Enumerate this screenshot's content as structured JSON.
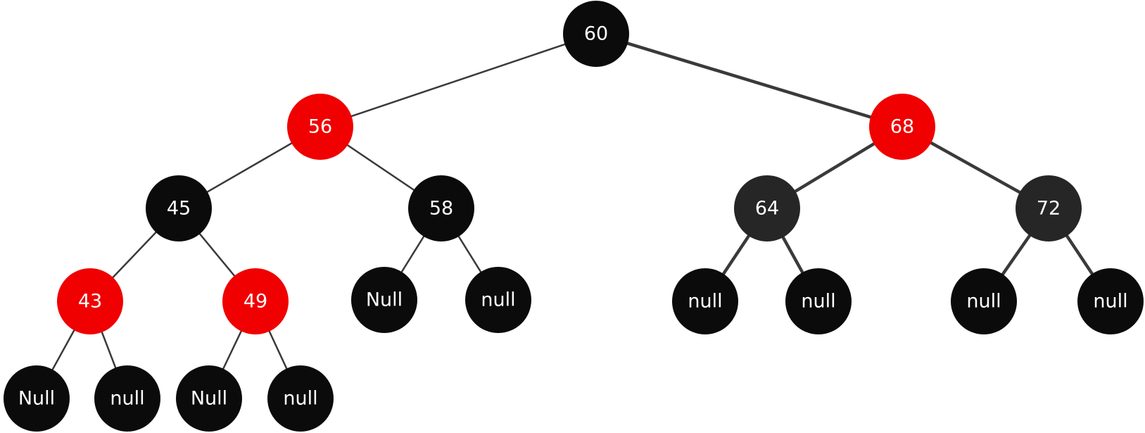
{
  "tree": {
    "colors": {
      "red": "#f00000",
      "black": "#0b0b0b",
      "dark": "#262626",
      "edge": "#3a3a3a",
      "text": "#ffffff"
    },
    "nodes": [
      {
        "id": "n60",
        "label": "60",
        "color": "black",
        "parent": null
      },
      {
        "id": "n56",
        "label": "56",
        "color": "red",
        "parent": "n60"
      },
      {
        "id": "n68",
        "label": "68",
        "color": "red",
        "parent": "n60"
      },
      {
        "id": "n45",
        "label": "45",
        "color": "black",
        "parent": "n56"
      },
      {
        "id": "n58",
        "label": "58",
        "color": "black",
        "parent": "n56"
      },
      {
        "id": "n64",
        "label": "64",
        "color": "dark",
        "parent": "n68"
      },
      {
        "id": "n72",
        "label": "72",
        "color": "dark",
        "parent": "n68"
      },
      {
        "id": "n43",
        "label": "43",
        "color": "red",
        "parent": "n45"
      },
      {
        "id": "n49",
        "label": "49",
        "color": "red",
        "parent": "n45"
      },
      {
        "id": "n58L",
        "label": "Null",
        "color": "black",
        "parent": "n58"
      },
      {
        "id": "n58R",
        "label": "null",
        "color": "black",
        "parent": "n58"
      },
      {
        "id": "n64L",
        "label": "null",
        "color": "black",
        "parent": "n64"
      },
      {
        "id": "n64R",
        "label": "null",
        "color": "black",
        "parent": "n64"
      },
      {
        "id": "n72L",
        "label": "null",
        "color": "black",
        "parent": "n72"
      },
      {
        "id": "n72R",
        "label": "null",
        "color": "black",
        "parent": "n72"
      },
      {
        "id": "n43L",
        "label": "Null",
        "color": "black",
        "parent": "n43"
      },
      {
        "id": "n43R",
        "label": "null",
        "color": "black",
        "parent": "n43"
      },
      {
        "id": "n49L",
        "label": "Null",
        "color": "black",
        "parent": "n49"
      },
      {
        "id": "n49R",
        "label": "null",
        "color": "black",
        "parent": "n49"
      }
    ]
  }
}
